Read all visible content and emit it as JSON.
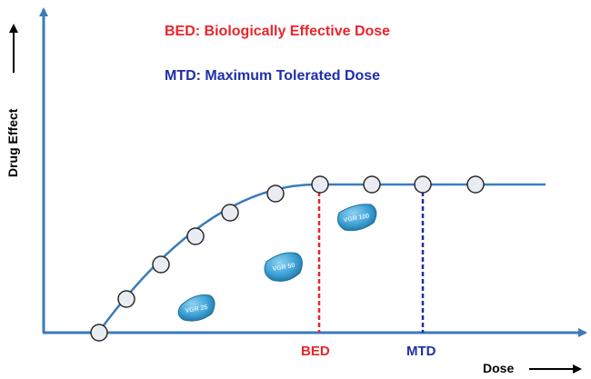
{
  "legend": {
    "bed": "BED: Biologically Effective Dose",
    "mtd": "MTD: Maximum Tolerated Dose"
  },
  "axes": {
    "y_label": "Drug Effect",
    "x_label": "Dose"
  },
  "markers": {
    "bed": "BED",
    "mtd": "MTD"
  },
  "pills": [
    {
      "imprint": "VGR 25"
    },
    {
      "imprint": "VGR 50"
    },
    {
      "imprint": "VGR 100"
    }
  ],
  "colors": {
    "axis": "#3a7bbd",
    "curve": "#3a7bbd",
    "bed": "#e8262c",
    "mtd": "#1f2fa8",
    "pill": "#3fa3d6",
    "point_fill": "#e9ecf2",
    "point_stroke": "#2b2b2b"
  }
}
